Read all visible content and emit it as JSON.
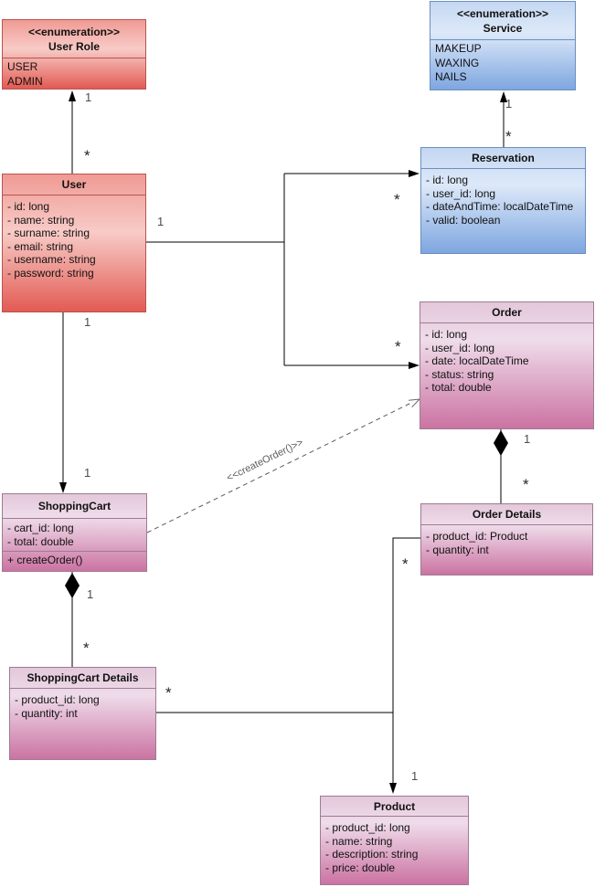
{
  "colors": {
    "bg": "#ffffff",
    "line": "#000000",
    "label": "#4d4d4d",
    "red_top": "#f09a94",
    "red_mid": "#f8cbc7",
    "red_bottom": "#e25b53",
    "red_border": "#b85450",
    "blue_top": "#c4d7f2",
    "blue_mid": "#dde9f9",
    "blue_bottom": "#7ea6e0",
    "blue_border": "#6c8ebf",
    "pink_top": "#e3c8da",
    "pink_mid": "#efdcea",
    "pink_bottom": "#cb73a2",
    "pink_border": "#9d7b93"
  },
  "classes": {
    "user_role": {
      "stereotype": "<<enumeration>>",
      "name": "User Role",
      "literals": [
        "USER",
        "ADMIN"
      ]
    },
    "service": {
      "stereotype": "<<enumeration>>",
      "name": "Service",
      "literals": [
        "MAKEUP",
        "WAXING",
        "NAILS"
      ]
    },
    "user": {
      "name": "User",
      "attributes": [
        "- id: long",
        "- name: string",
        "- surname: string",
        "- email: string",
        "- username: string",
        "- password: string"
      ]
    },
    "reservation": {
      "name": "Reservation",
      "attributes": [
        "- id: long",
        "- user_id: long",
        "- dateAndTime: localDateTime",
        "- valid: boolean"
      ]
    },
    "order": {
      "name": "Order",
      "attributes": [
        "- id: long",
        "- user_id: long",
        "- date: localDateTime",
        "- status: string",
        "- total: double"
      ]
    },
    "shopping_cart": {
      "name": "ShoppingCart",
      "attributes": [
        "- cart_id: long",
        "- total: double"
      ],
      "operations": [
        "+ createOrder()"
      ]
    },
    "order_details": {
      "name": "Order Details",
      "attributes": [
        "- product_id: Product",
        "- quantity: int"
      ]
    },
    "shopping_cart_details": {
      "name": "ShoppingCart Details",
      "attributes": [
        "- product_id: long",
        "- quantity: int"
      ]
    },
    "product": {
      "name": "Product",
      "attributes": [
        "- product_id: long",
        "- name: string",
        "- description: string",
        "- price: double"
      ]
    }
  },
  "edge_labels": {
    "create_order": "<<createOrder()>>"
  },
  "multiplicities": {
    "userrole_end": "1",
    "user_end_role": "*",
    "service_end": "1",
    "reservation_end_service": "*",
    "user_end_assoc": "1",
    "reservation_end_user": "*",
    "order_end_user": "*",
    "user_end_cart": "1",
    "cart_end_user": "1",
    "cart_comp_end": "1",
    "cart_details_end": "*",
    "order_comp_end": "1",
    "order_details_end": "*",
    "order_details_product_end": "*",
    "cart_details_product_end": "*",
    "product_end": "1"
  }
}
